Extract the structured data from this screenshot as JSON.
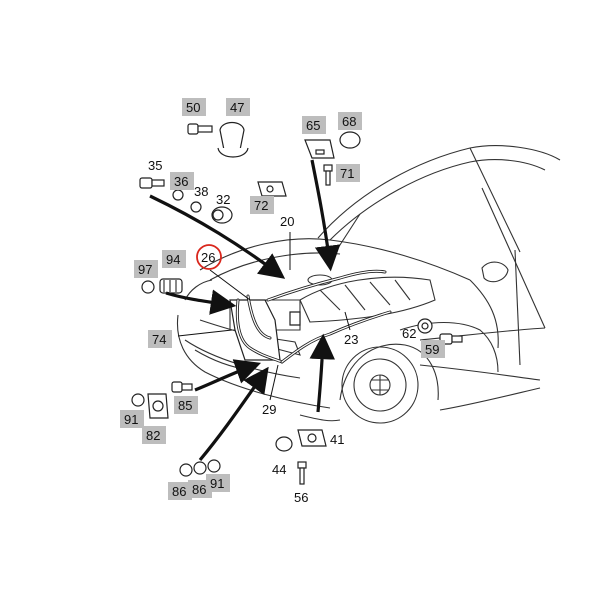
{
  "colors": {
    "label_highlight": "#bdbdbd",
    "circle_highlight": "#d9261c",
    "line": "#222222",
    "background": "#ffffff"
  },
  "labels": {
    "p50": "50",
    "p47": "47",
    "p65": "65",
    "p68": "68",
    "p35": "35",
    "p36": "36",
    "p38": "38",
    "p32": "32",
    "p72": "72",
    "p71": "71",
    "p20": "20",
    "p26": "26",
    "p97": "97",
    "p94": "94",
    "p74": "74",
    "p62": "62",
    "p23": "23",
    "p59": "59",
    "p91a": "91",
    "p85": "85",
    "p82": "82",
    "p29": "29",
    "p41": "41",
    "p44": "44",
    "p56": "56",
    "p86a": "86",
    "p86b": "86",
    "p91b": "91"
  }
}
